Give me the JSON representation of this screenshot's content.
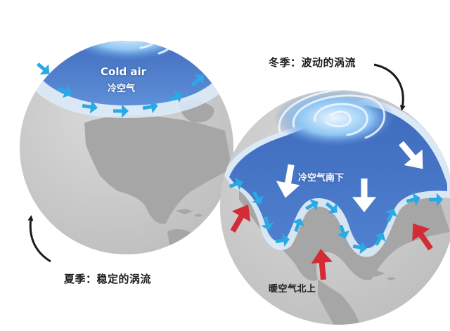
{
  "labels": {
    "cold_air_en": "Cold air",
    "cold_air_cn": "冷空气",
    "winter_caption": "冬季：波动的涡流",
    "summer_caption": "夏季：稳定的涡流",
    "cold_air_south": "冷空气南下",
    "warm_air_north": "暖空气北上"
  },
  "colors": {
    "land": "#a9a9a9",
    "cold_air_blue": "#4a79c8",
    "jet_arrow": "#29a9e6",
    "cold_arrow": "#ffffff",
    "warm_arrow": "#d32c36"
  },
  "icons": {
    "summer_pointer": "curved-arrow-up",
    "winter_pointer": "curved-arrow-down"
  }
}
